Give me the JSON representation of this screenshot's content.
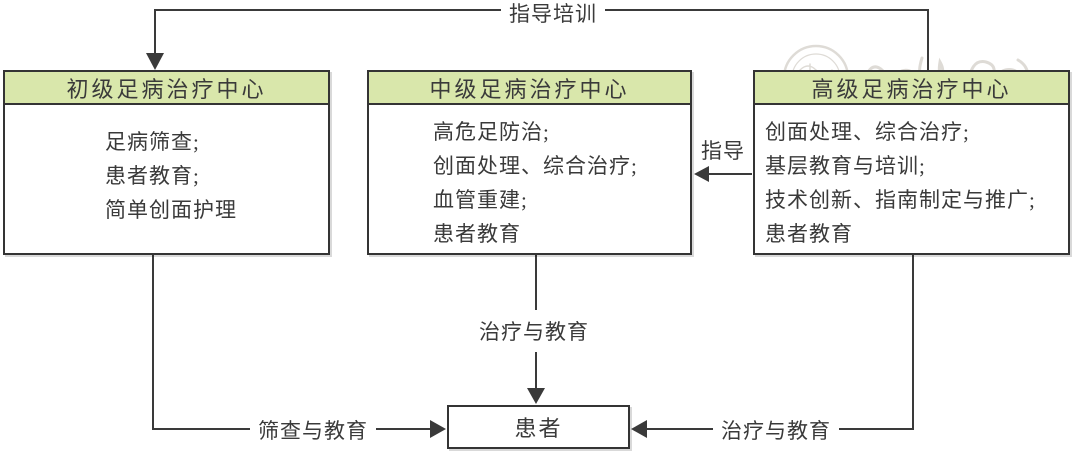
{
  "diagram": {
    "boxes": {
      "primary": {
        "title": "初级足病治疗中心",
        "items": [
          "足病筛查;",
          "患者教育;",
          "简单创面护理"
        ]
      },
      "intermediate": {
        "title": "中级足病治疗中心",
        "items": [
          "高危足防治;",
          "创面处理、综合治疗;",
          "血管重建;",
          "患者教育"
        ]
      },
      "advanced": {
        "title": "高级足病治疗中心",
        "items": [
          "创面处理、综合治疗;",
          "基层教育与培训;",
          "技术创新、指南制定与推广;",
          "患者教育"
        ]
      },
      "patient": {
        "title": "患者"
      }
    },
    "edge_labels": {
      "top_loop": "指导培训",
      "guide": "指导",
      "mid_to_patient": "治疗与教育",
      "left_to_patient": "筛查与教育",
      "right_to_patient": "治疗与教育"
    },
    "colors": {
      "header_bg": "#d9e7ab",
      "border": "#343434",
      "line": "#3a3a3a",
      "text": "#3a3a3a",
      "watermark": "#b3aca0"
    }
  }
}
